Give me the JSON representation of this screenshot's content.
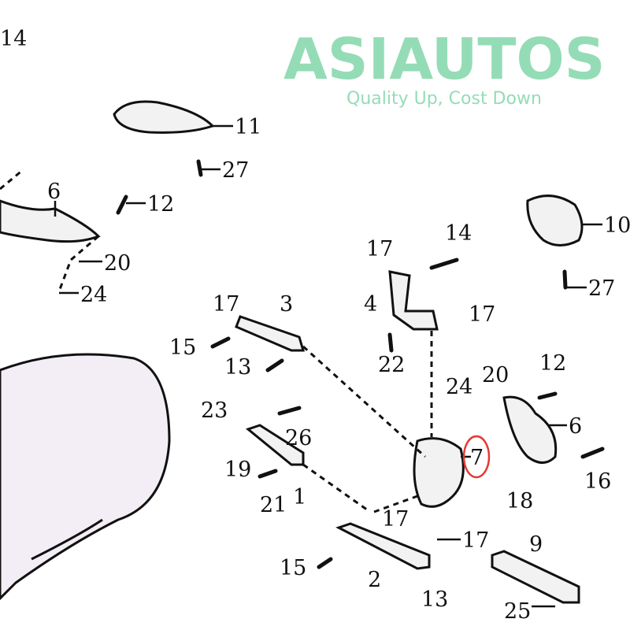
{
  "diagram": {
    "title": "Rear suspension parts diagram",
    "highlighted_part": "7",
    "highlight_color": "#e53935",
    "watermark": {
      "brand": "ASIAUTOS",
      "slogan": "Quality Up, Cost Down",
      "color": "#3cbf7a"
    },
    "labels": [
      "14",
      "11",
      "27",
      "6",
      "12",
      "20",
      "24",
      "17",
      "3",
      "15",
      "13",
      "17",
      "14",
      "4",
      "17",
      "22",
      "10",
      "27",
      "24",
      "20",
      "12",
      "6",
      "23",
      "26",
      "19",
      "21",
      "1",
      "7",
      "18",
      "16",
      "17",
      "17",
      "15",
      "2",
      "13",
      "9",
      "25"
    ]
  }
}
